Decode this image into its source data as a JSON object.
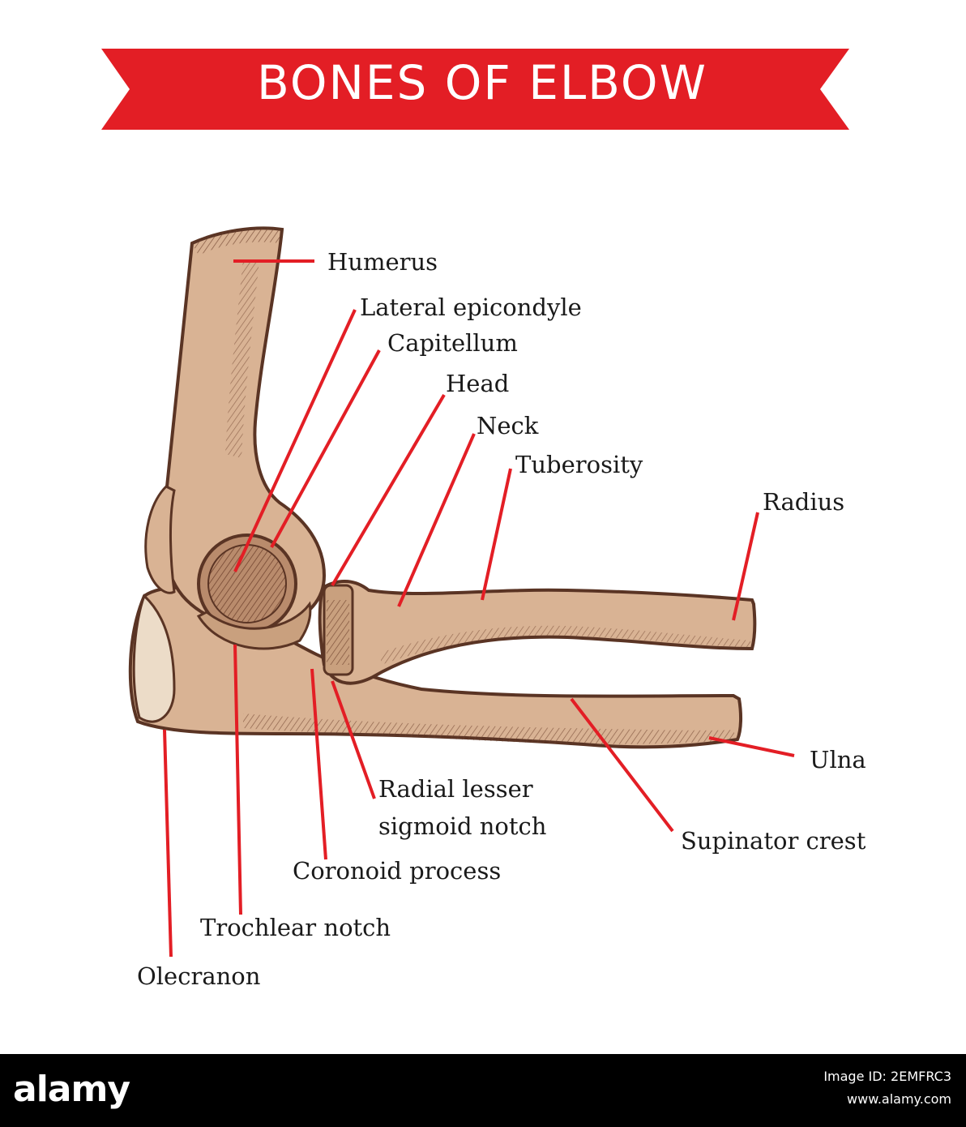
{
  "title": "BONES OF ELBOW",
  "labels": {
    "humerus": "Humerus",
    "lateral_epicondyle": "Lateral epicondyle",
    "capitellum": "Capitellum",
    "head": "Head",
    "neck": "Neck",
    "tuberosity": "Tuberosity",
    "radius": "Radius",
    "ulna": "Ulna",
    "supinator_crest": "Supinator crest",
    "radial_notch_line1": "Radial lesser",
    "radial_notch_line2": "sigmoid notch",
    "coronoid_process": "Coronoid process",
    "trochlear_notch": "Trochlear notch",
    "olecranon": "Olecranon"
  },
  "watermark": {
    "brand": "alamy",
    "image_id": "Image ID: 2EMFRC3",
    "site": "www.alamy.com"
  },
  "colors": {
    "banner": "#e31e25",
    "leader_line": "#e31e25",
    "bone_fill": "#d9b394",
    "bone_outline": "#5a3424",
    "bone_shadow": "#a9785a",
    "footer": "#000000"
  }
}
